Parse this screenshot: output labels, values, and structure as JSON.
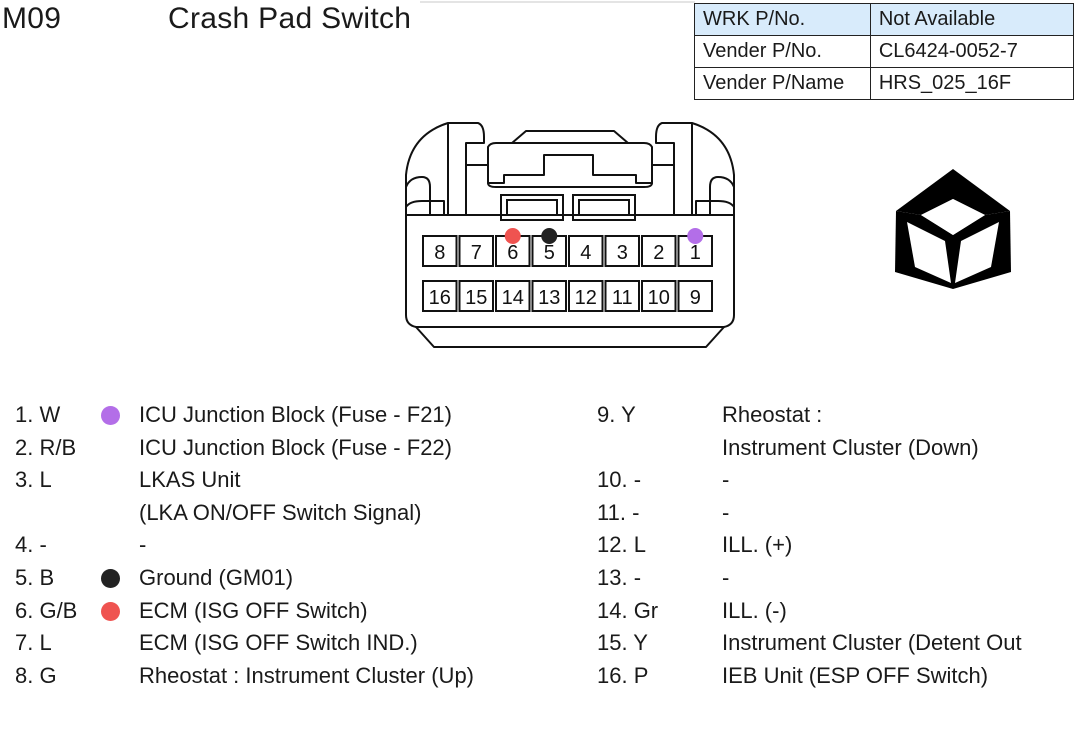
{
  "header": {
    "connector_id": "M09",
    "title": "Crash Pad Switch"
  },
  "info_table": [
    {
      "key": "WRK P/No.",
      "value": "Not Available",
      "highlight": true
    },
    {
      "key": "Vender P/No.",
      "value": "CL6424-0052-7",
      "highlight": false
    },
    {
      "key": "Vender P/Name",
      "value": "HRS_025_16F",
      "highlight": false
    }
  ],
  "colors": {
    "purple": "#b36ee8",
    "black": "#222222",
    "red": "#ef5350",
    "table_highlight": "#d8ebfb"
  },
  "connector": {
    "top_row": [
      "8",
      "7",
      "6",
      "5",
      "4",
      "3",
      "2",
      "1"
    ],
    "bottom_row": [
      "16",
      "15",
      "14",
      "13",
      "12",
      "11",
      "10",
      "9"
    ],
    "markers": [
      {
        "pin": "6",
        "color": "red"
      },
      {
        "pin": "5",
        "color": "black"
      },
      {
        "pin": "1",
        "color": "purple"
      }
    ]
  },
  "logo_icon": "cube-symbol-icon",
  "pins_left": [
    {
      "pin": "1. W",
      "dot": "purple",
      "desc": "ICU Junction Block (Fuse - F21)"
    },
    {
      "pin": "2. R/B",
      "dot": null,
      "desc": "ICU Junction Block (Fuse - F22)"
    },
    {
      "pin": "3. L",
      "dot": null,
      "desc": "LKAS Unit"
    },
    {
      "pin": "",
      "dot": null,
      "desc": "(LKA ON/OFF Switch Signal)"
    },
    {
      "pin": "4. -",
      "dot": null,
      "desc": "-"
    },
    {
      "pin": "5. B",
      "dot": "black",
      "desc": "Ground (GM01)"
    },
    {
      "pin": "6. G/B",
      "dot": "red",
      "desc": "ECM (ISG OFF Switch)"
    },
    {
      "pin": "7. L",
      "dot": null,
      "desc": "ECM (ISG OFF Switch IND.)"
    },
    {
      "pin": "8. G",
      "dot": null,
      "desc": "Rheostat : Instrument Cluster (Up)"
    }
  ],
  "pins_right": [
    {
      "pin": "9. Y",
      "desc": "Rheostat :"
    },
    {
      "pin": "",
      "desc": "Instrument Cluster (Down)"
    },
    {
      "pin": "10. -",
      "desc": "-"
    },
    {
      "pin": "11. -",
      "desc": "-"
    },
    {
      "pin": "12. L",
      "desc": "ILL. (+)"
    },
    {
      "pin": "13. -",
      "desc": "-"
    },
    {
      "pin": "14. Gr",
      "desc": "ILL. (-)"
    },
    {
      "pin": "15. Y",
      "desc": "Instrument Cluster (Detent Out"
    },
    {
      "pin": "16. P",
      "desc": "IEB Unit (ESP OFF Switch)"
    }
  ]
}
